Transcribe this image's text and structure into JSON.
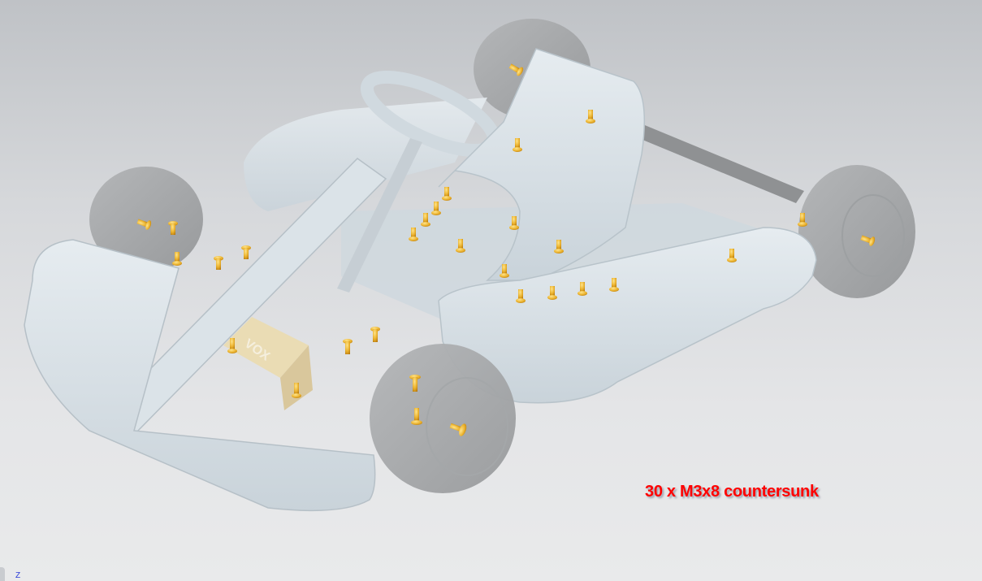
{
  "viewport": {
    "annotation": "30 x M3x8 countersunk",
    "annotation_color": "#ff0000",
    "axis_label": "Z",
    "background_top": "#bfc2c6",
    "background_bottom": "#e9eaeb",
    "model": {
      "body_color": "#d8e1e8",
      "tire_color": "#a9abad",
      "screw_color": "#e9ad2a",
      "screw_count": 30,
      "motor_label": "VOX"
    }
  }
}
